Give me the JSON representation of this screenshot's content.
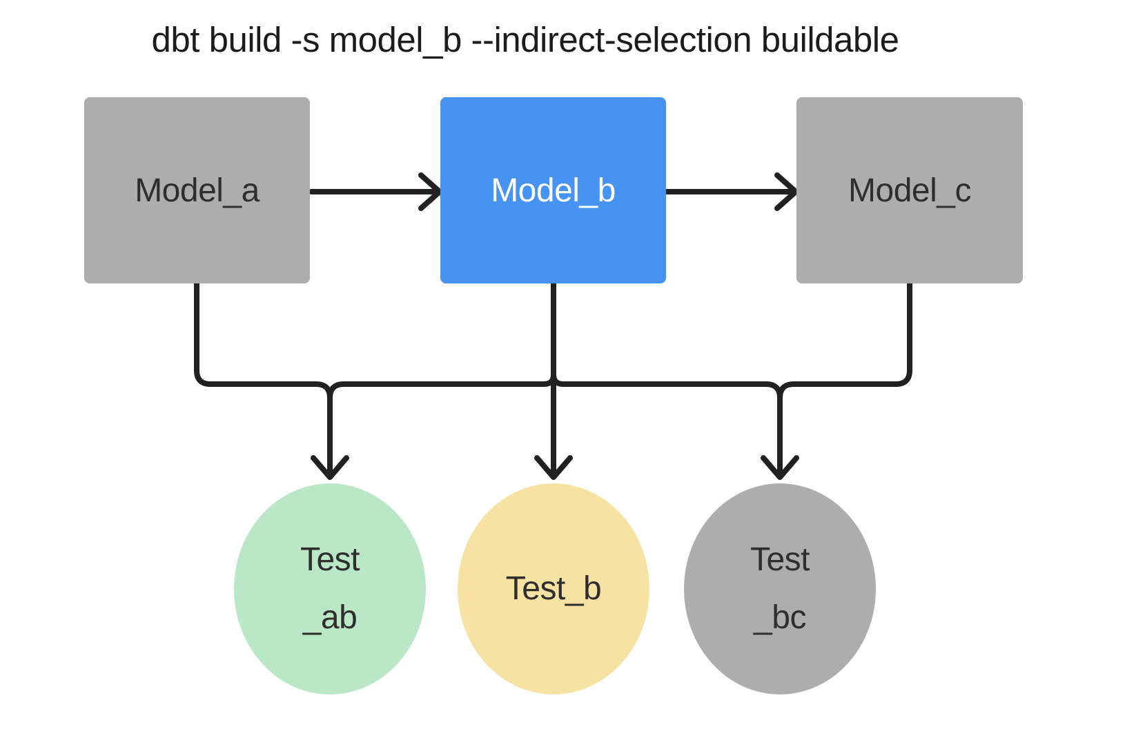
{
  "title": "dbt build -s model_b --indirect-selection buildable",
  "nodes": {
    "model_a": {
      "label": "Model_a",
      "fill": "#adadad",
      "text_color": "#2e2e2e"
    },
    "model_b": {
      "label": "Model_b",
      "fill": "#4793f1",
      "text_color": "#ffffff"
    },
    "model_c": {
      "label": "Model_c",
      "fill": "#adadad",
      "text_color": "#2e2e2e"
    }
  },
  "tests": {
    "test_ab": {
      "line1": "Test",
      "line2": "_ab",
      "fill": "#bae8c6"
    },
    "test_b": {
      "line1": "Test_b",
      "line2": "",
      "fill": "#f6e3a3"
    },
    "test_bc": {
      "line1": "Test",
      "line2": "_bc",
      "fill": "#adadad"
    }
  },
  "edges": [
    {
      "from": "model_a",
      "to": "model_b"
    },
    {
      "from": "model_b",
      "to": "model_c"
    },
    {
      "from": "model_a",
      "to": "test_ab"
    },
    {
      "from": "model_b",
      "to": "test_ab"
    },
    {
      "from": "model_b",
      "to": "test_b"
    },
    {
      "from": "model_b",
      "to": "test_bc"
    },
    {
      "from": "model_c",
      "to": "test_bc"
    }
  ],
  "colors": {
    "canvas_bg": "#ffffff",
    "line": "#212121",
    "node_gray": "#adadad",
    "node_selected_blue": "#4793f1",
    "test_green": "#bae8c6",
    "test_yellow": "#f6e3a3",
    "test_gray": "#adadad",
    "text_dark": "#2e2e2e",
    "text_light": "#ffffff"
  }
}
